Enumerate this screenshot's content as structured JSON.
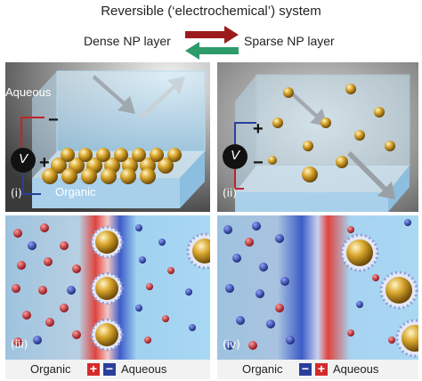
{
  "header": {
    "title": "Reversible (‘electrochemical’) system",
    "left_label": "Dense NP layer",
    "right_label": "Sparse NP layer"
  },
  "panels": {
    "i": {
      "label": "(i)",
      "aqueous": "Aqueous",
      "organic": "Organic",
      "voltmeter": "V",
      "plus": "+",
      "minus": "−"
    },
    "ii": {
      "label": "(ii)",
      "voltmeter": "V",
      "plus": "+",
      "minus": "−"
    },
    "iii": {
      "label": "(iii)",
      "left": "Organic",
      "right": "Aqueous",
      "left_sign": "+",
      "right_sign": "−"
    },
    "iv": {
      "label": "(iv)",
      "left": "Organic",
      "right": "Aqueous",
      "left_sign": "−",
      "right_sign": "+"
    }
  },
  "colors": {
    "forward_arrow": "#9b1b1b",
    "backward_arrow": "#2e9b6a",
    "gold": "#d4a126",
    "cation": "#c0232b",
    "anion": "#2a3f9a",
    "aqueous": "#8fc4ea",
    "organic": "#a7c7df"
  }
}
